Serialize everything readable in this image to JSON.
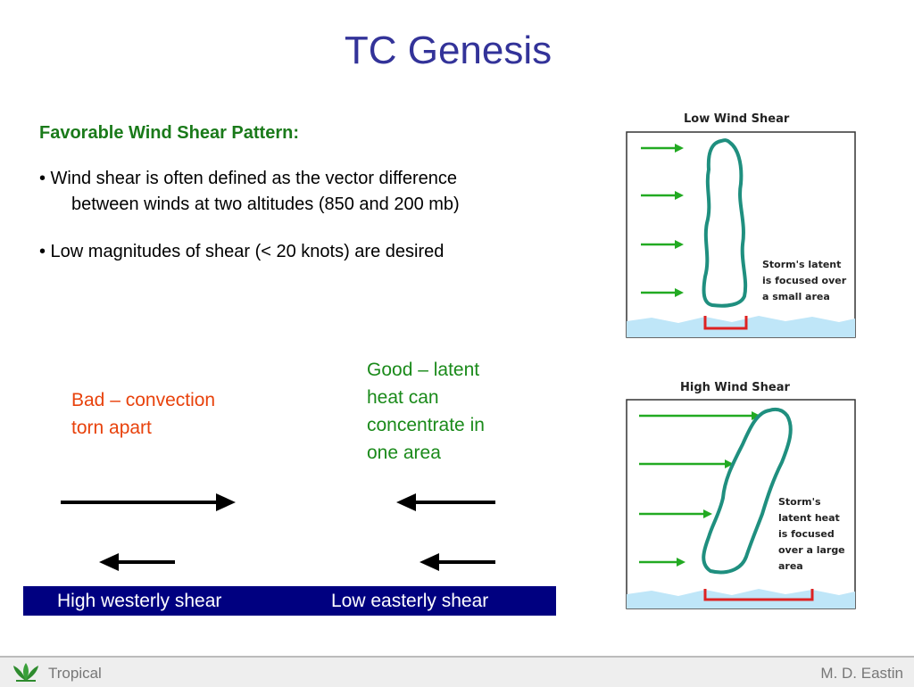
{
  "slide": {
    "title": "TC Genesis",
    "subheading": "Favorable Wind Shear Pattern:",
    "bullets": [
      {
        "line1": "• Wind shear is often defined as the vector difference",
        "line2": "between winds at two altitudes (850 and 200 mb)"
      },
      {
        "line1": "• Low magnitudes of shear (< 20 knots) are desired"
      }
    ]
  },
  "comparison": {
    "bad_line1": "Bad – convection",
    "bad_line2": "torn apart",
    "good_line1": "Good – latent",
    "good_line2": "heat can",
    "good_line3": "concentrate in",
    "good_line4": "one area",
    "left_label": "High westerly shear",
    "right_label": "Low easterly shear"
  },
  "diagrams": {
    "low": {
      "title": "Low Wind Shear",
      "note_line1": "Storm's latent",
      "note_line2": "is focused over",
      "note_line3": "a small area"
    },
    "high": {
      "title": "High Wind Shear",
      "note_line1": "Storm's",
      "note_line2": "latent heat",
      "note_line3": "is focused",
      "note_line4": "over a large",
      "note_line5": "area"
    }
  },
  "footer": {
    "left": "Tropical",
    "right": "M. D. Eastin"
  },
  "colors": {
    "title": "#333399",
    "bad": "#e8420c",
    "good": "#1a8a1a",
    "bar": "#000080",
    "wind_arrow": "#22aa22",
    "storm_outline": "#1f8f7f",
    "water": "#bfe6f8",
    "heat_bracket": "#dd2222"
  }
}
